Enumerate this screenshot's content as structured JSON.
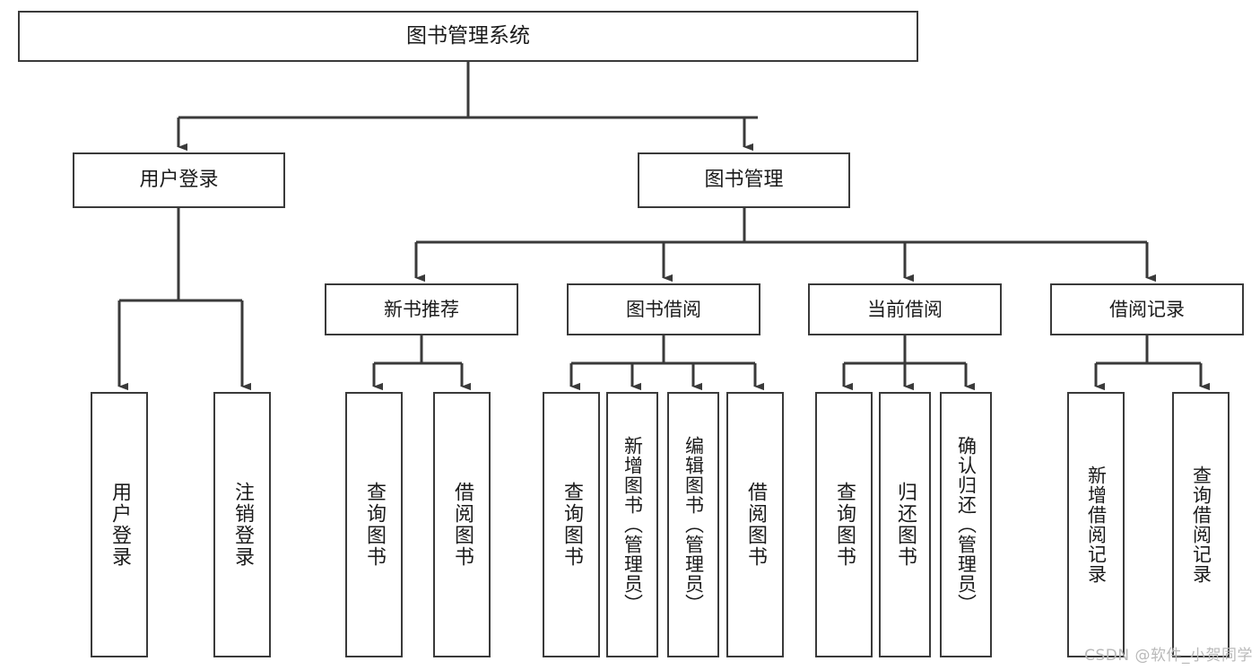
{
  "diagram": {
    "type": "tree-hierarchy-chart",
    "title": "图书管理系统",
    "line_color": "#3a3a3a",
    "box_fill": "#ffffff",
    "text_color": "#1b1b1b",
    "root": {
      "id": "root",
      "label": "图书管理系统"
    },
    "level2": [
      {
        "id": "user-login",
        "label": "用户登录"
      },
      {
        "id": "book-manage",
        "label": "图书管理"
      }
    ],
    "level3": [
      {
        "id": "new-book-recommend",
        "label": "新书推荐",
        "parent": "book-manage"
      },
      {
        "id": "book-borrow",
        "label": "图书借阅",
        "parent": "book-manage"
      },
      {
        "id": "current-borrow",
        "label": "当前借阅",
        "parent": "book-manage"
      },
      {
        "id": "borrow-record",
        "label": "借阅记录",
        "parent": "book-manage"
      }
    ],
    "leaves": [
      {
        "id": "leaf-user-login",
        "label": "用户登录",
        "parent": "user-login"
      },
      {
        "id": "leaf-user-logout",
        "label": "注销登录",
        "parent": "user-login"
      },
      {
        "id": "leaf-query-book-1",
        "label": "查询图书",
        "parent": "new-book-recommend"
      },
      {
        "id": "leaf-borrow-book-1",
        "label": "借阅图书",
        "parent": "new-book-recommend"
      },
      {
        "id": "leaf-query-book-2",
        "label": "查询图书",
        "parent": "book-borrow"
      },
      {
        "id": "leaf-add-book",
        "label": "新增图书（管理员）",
        "parent": "book-borrow"
      },
      {
        "id": "leaf-edit-book",
        "label": "编辑图书（管理员）",
        "parent": "book-borrow"
      },
      {
        "id": "leaf-borrow-book-2",
        "label": "借阅图书",
        "parent": "book-borrow"
      },
      {
        "id": "leaf-query-book-3",
        "label": "查询图书",
        "parent": "current-borrow"
      },
      {
        "id": "leaf-return-book",
        "label": "归还图书",
        "parent": "current-borrow"
      },
      {
        "id": "leaf-confirm-return",
        "label": "确认归还（管理员）",
        "parent": "current-borrow"
      },
      {
        "id": "leaf-add-record",
        "label": "新增借阅记录",
        "parent": "borrow-record"
      },
      {
        "id": "leaf-query-record",
        "label": "查询借阅记录",
        "parent": "borrow-record"
      }
    ]
  },
  "watermark": {
    "text": "CSDN @软件_小贺同学"
  }
}
